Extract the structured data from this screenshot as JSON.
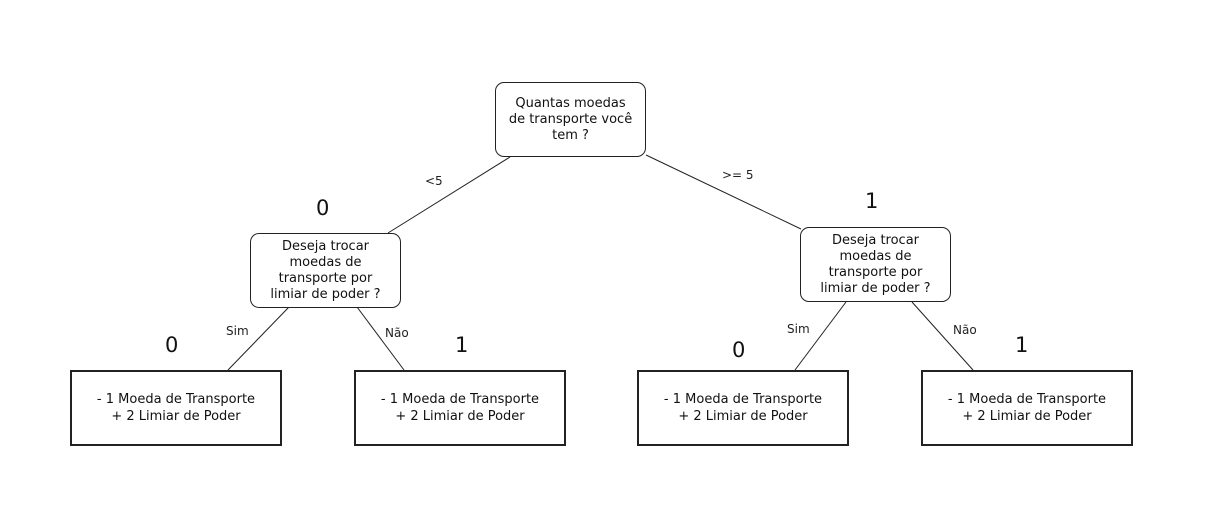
{
  "root": {
    "text": "Quantas moedas\nde transporte você\ntem ?"
  },
  "edges": {
    "left": "<5",
    "right": ">= 5",
    "left_yes": "Sim",
    "left_no": "Não",
    "right_yes": "Sim",
    "right_no": "Não"
  },
  "left_decision": {
    "text": "Deseja trocar\nmoedas de\ntransporte por\nlimiar de poder ?",
    "score": "0"
  },
  "right_decision": {
    "text": "Deseja trocar\nmoedas de\ntransporte por\nlimiar de poder ?",
    "score": "1"
  },
  "leaves": [
    {
      "text": "- 1 Moeda de Transporte\n+ 2 Limiar de Poder",
      "score": "0"
    },
    {
      "text": "- 1 Moeda de Transporte\n+ 2 Limiar de Poder",
      "score": "1"
    },
    {
      "text": "- 1 Moeda de Transporte\n+ 2 Limiar de Poder",
      "score": "0"
    },
    {
      "text": "- 1 Moeda de Transporte\n+ 2 Limiar de Poder",
      "score": "1"
    }
  ]
}
